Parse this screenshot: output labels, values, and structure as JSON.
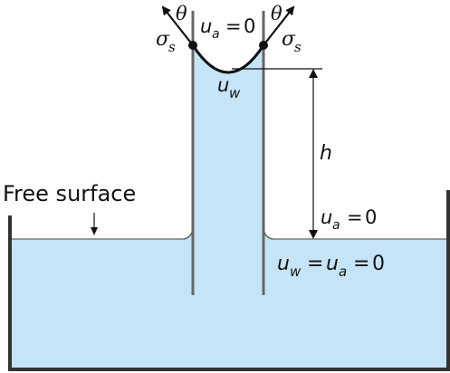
{
  "diagram": {
    "labels": {
      "free_surface": "Free surface",
      "theta": "θ",
      "sigma": "σ",
      "sigma_sub": "s",
      "u": "u",
      "a": "a",
      "w": "w",
      "h": "h",
      "zero": "0",
      "eq": "="
    },
    "colors": {
      "water": "#c6e4f7",
      "wall": "#666666",
      "line": "#111111"
    }
  }
}
